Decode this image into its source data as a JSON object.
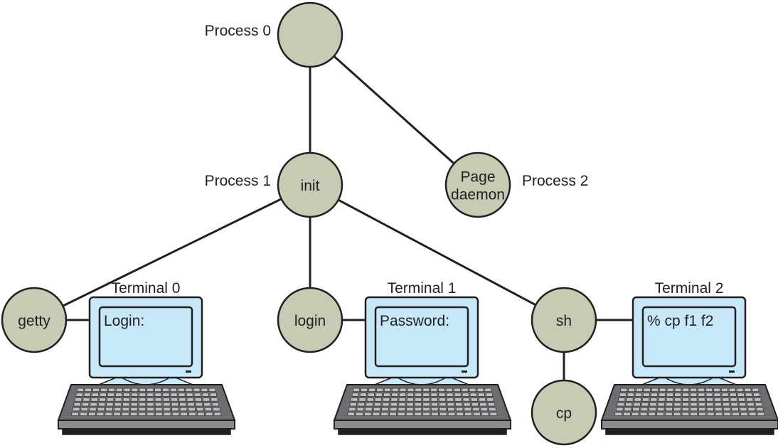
{
  "diagram": {
    "colors": {
      "node_fill": "#c8cab4",
      "stroke": "#231f20",
      "monitor_fill": "#c6e8f8",
      "keyboard_body": "#6d6e71",
      "keyboard_base": "#231f20",
      "keyboard_key": "#bcbec0",
      "keyboard_front": "#8a8c8e"
    },
    "nodes": [
      {
        "id": "process0",
        "text": [
          ""
        ],
        "side_label": "Process 0",
        "side": "left"
      },
      {
        "id": "init",
        "text": [
          "init"
        ],
        "side_label": "Process 1",
        "side": "left"
      },
      {
        "id": "pagedaemon",
        "text": [
          "Page",
          "daemon"
        ],
        "side_label": "Process 2",
        "side": "right"
      },
      {
        "id": "getty",
        "text": [
          "getty"
        ],
        "side_label": "",
        "side": ""
      },
      {
        "id": "login",
        "text": [
          "login"
        ],
        "side_label": "",
        "side": ""
      },
      {
        "id": "sh",
        "text": [
          "sh"
        ],
        "side_label": "",
        "side": ""
      },
      {
        "id": "cp",
        "text": [
          "cp"
        ],
        "side_label": "",
        "side": ""
      }
    ],
    "edges": [
      [
        "process0",
        "init"
      ],
      [
        "process0",
        "pagedaemon"
      ],
      [
        "init",
        "getty"
      ],
      [
        "init",
        "login"
      ],
      [
        "init",
        "sh"
      ],
      [
        "sh",
        "cp"
      ]
    ],
    "terminals": [
      {
        "id": "terminal0",
        "title": "Terminal 0",
        "screen_text": "Login:",
        "attached_to": "getty"
      },
      {
        "id": "terminal1",
        "title": "Terminal 1",
        "screen_text": "Password:",
        "attached_to": "login"
      },
      {
        "id": "terminal2",
        "title": "Terminal 2",
        "screen_text": "% cp f1 f2",
        "attached_to": "sh"
      }
    ]
  }
}
